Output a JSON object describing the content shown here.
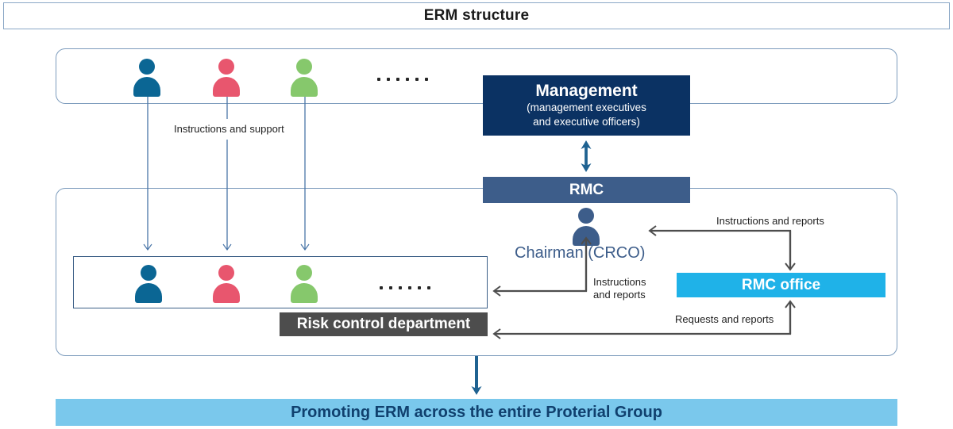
{
  "title": {
    "text": "ERM structure"
  },
  "upper_group": {
    "people": [
      {
        "name": "person-blue",
        "color": "#0b6694"
      },
      {
        "name": "person-pink",
        "color": "#e8566e"
      },
      {
        "name": "person-green",
        "color": "#86c86c"
      }
    ],
    "ellipsis": "······"
  },
  "lower_group": {
    "people": [
      {
        "name": "person-blue",
        "color": "#0b6694"
      },
      {
        "name": "person-pink",
        "color": "#e8566e"
      },
      {
        "name": "person-green",
        "color": "#86c86c"
      }
    ],
    "ellipsis": "······"
  },
  "boxes": {
    "management": {
      "title": "Management",
      "subtitle_line1": "(management executives",
      "subtitle_line2": "and executive officers)",
      "color": "#0b3263"
    },
    "rmc": {
      "label": "RMC",
      "color": "#3d5d8a"
    },
    "rmc_office": {
      "label": "RMC office",
      "color": "#1fb2e8"
    },
    "risk_control_department": {
      "label": "Risk control department",
      "color": "#4d4d4d"
    },
    "chairman": {
      "label": "Chairman (CRCO)",
      "color": "#3d5d8a"
    }
  },
  "connector_labels": {
    "instructions_and_support": "Instructions and support",
    "instructions_and_reports_top": "Instructions and reports",
    "instructions_and_reports_mid": "Instructions and reports",
    "requests_and_reports": "Requests and reports"
  },
  "banner": {
    "text": "Promoting ERM across the entire Proterial Group",
    "background": "#7ac8ec",
    "text_color": "#10406e"
  },
  "palette": {
    "frame_border": "#7d9cbd",
    "thin_arrow": "#4a76a8",
    "dark_arrow": "#4d4d4d",
    "navy_arrow": "#1f6291"
  }
}
